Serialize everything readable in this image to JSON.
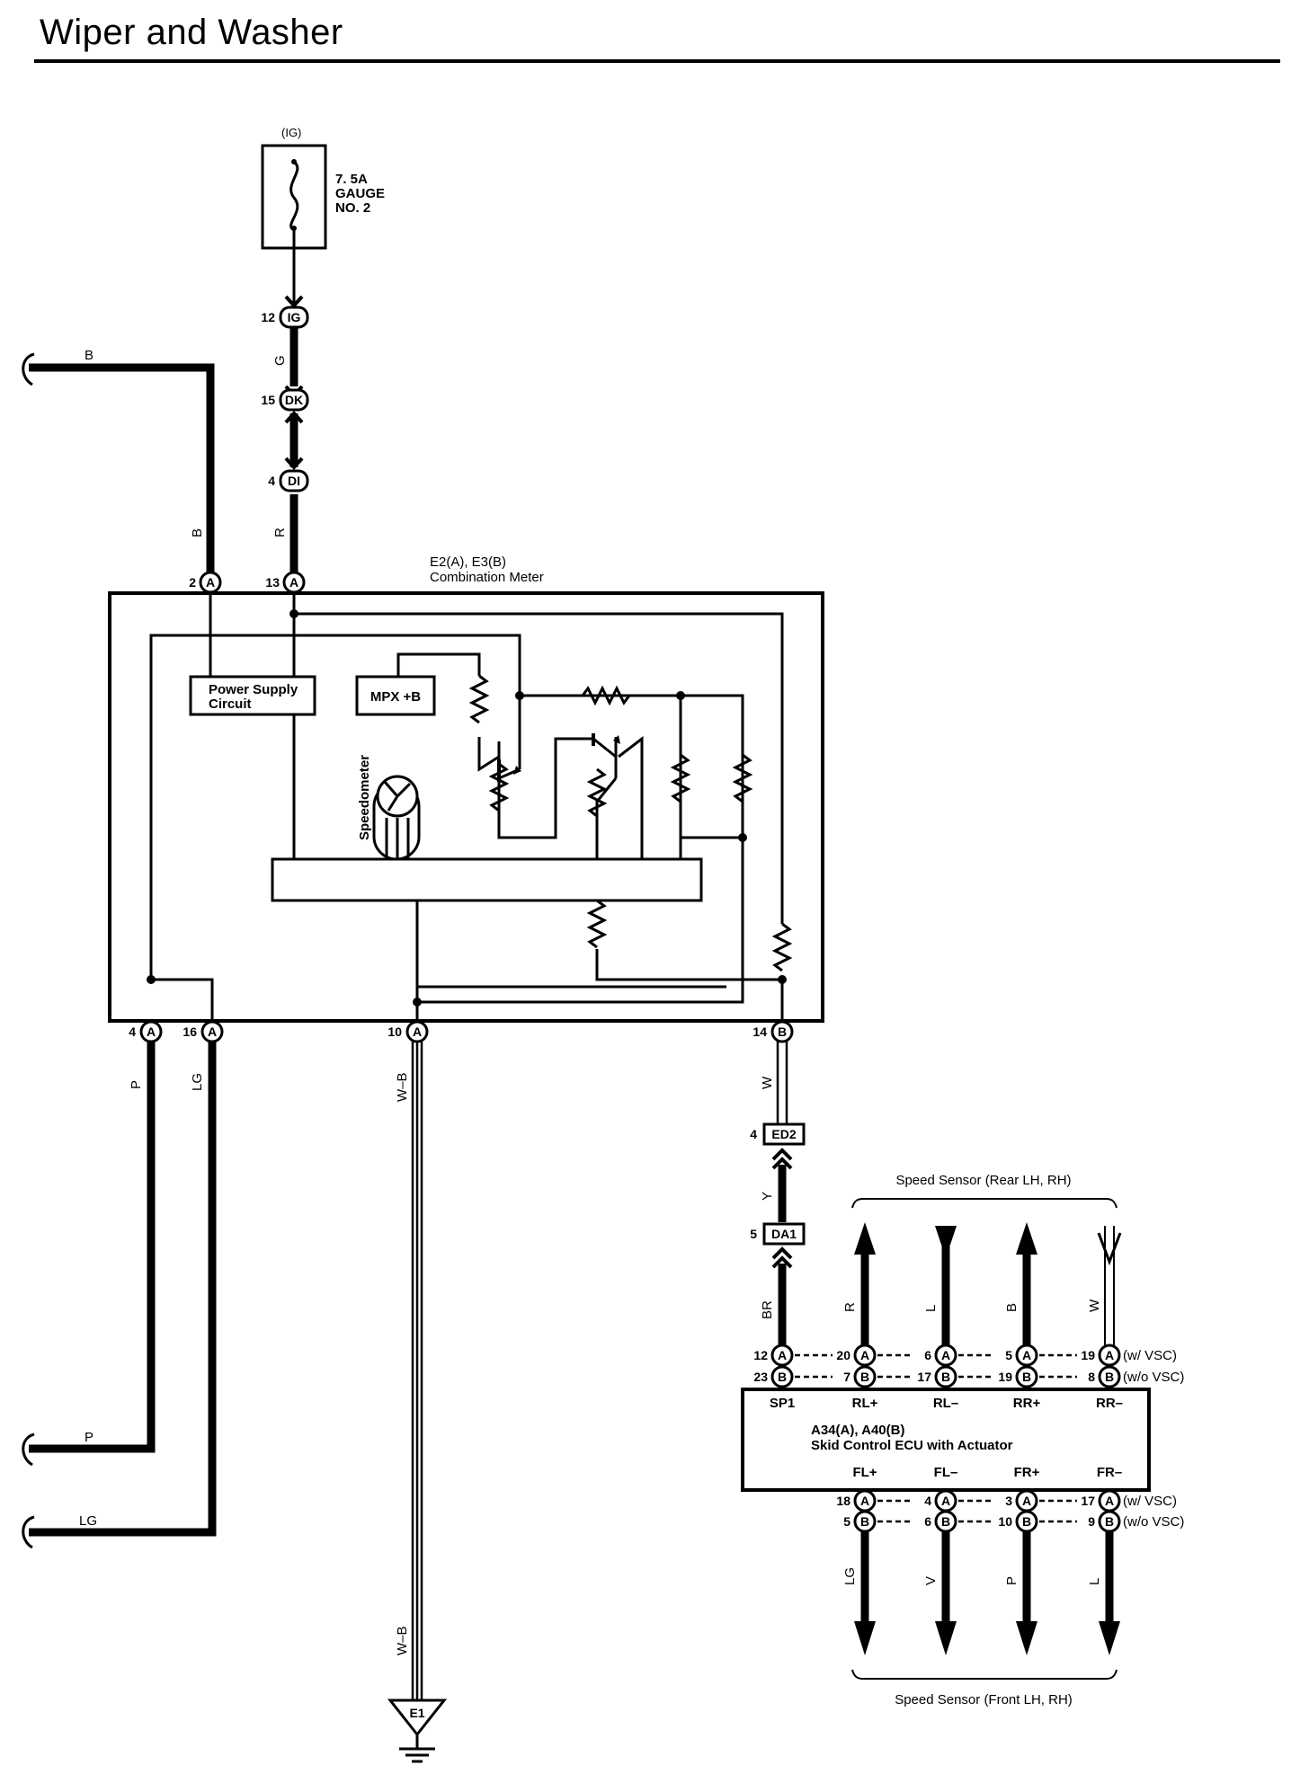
{
  "title": "Wiper and Washer",
  "power": {
    "source": "(IG)",
    "fuse_rating": "7. 5A",
    "fuse_name": "GAUGE",
    "fuse_no": "NO. 2"
  },
  "top_connectors": [
    {
      "pin": "12",
      "code": "IG"
    },
    {
      "pin": "15",
      "code": "DK"
    },
    {
      "pin": "4",
      "code": "DI"
    }
  ],
  "wire_colors": {
    "b": "B",
    "g": "G",
    "r": "R",
    "p": "P",
    "lg": "LG",
    "wb": "W–B",
    "w": "W",
    "y": "Y",
    "br": "BR"
  },
  "meter": {
    "refs": "E2(A), E3(B)",
    "name": "Combination Meter",
    "power_supply_1": "Power Supply",
    "power_supply_2": "Circuit",
    "mpx": "MPX +B",
    "speedometer": "Speedometer",
    "pins": {
      "p2": "2",
      "p2c": "A",
      "p13": "13",
      "p13c": "A",
      "p4": "4",
      "p4c": "A",
      "p16": "16",
      "p16c": "A",
      "p10": "10",
      "p10c": "A",
      "p14": "14",
      "p14c": "B"
    }
  },
  "junctions": {
    "ed2_pin": "4",
    "ed2": "ED2",
    "da1_pin": "5",
    "da1": "DA1"
  },
  "ground": "E1",
  "ecu": {
    "refs": "A34(A), A40(B)",
    "name": "Skid Control ECU with Actuator",
    "rear_label": "Speed Sensor (Rear LH,  RH)",
    "front_label": "Speed Sensor (Front LH,  RH)",
    "vsc": "(w/ VSC)",
    "novsc": "(w/o VSC)",
    "top_terminals": [
      {
        "name": "SP1",
        "wire": "BR",
        "pin_a": "12",
        "pin_b": "23"
      },
      {
        "name": "RL+",
        "wire": "R",
        "pin_a": "20",
        "pin_b": "7"
      },
      {
        "name": "RL–",
        "wire": "L",
        "pin_a": "6",
        "pin_b": "17"
      },
      {
        "name": "RR+",
        "wire": "B",
        "pin_a": "5",
        "pin_b": "19"
      },
      {
        "name": "RR–",
        "wire": "W",
        "pin_a": "19",
        "pin_b": "8"
      }
    ],
    "bottom_terminals": [
      {
        "name": "FL+",
        "wire": "LG",
        "pin_a": "18",
        "pin_b": "5"
      },
      {
        "name": "FL–",
        "wire": "V",
        "pin_a": "4",
        "pin_b": "6"
      },
      {
        "name": "FR+",
        "wire": "P",
        "pin_a": "3",
        "pin_b": "10"
      },
      {
        "name": "FR–",
        "wire": "L",
        "pin_a": "17",
        "pin_b": "9"
      }
    ],
    "code_a": "A",
    "code_b": "B"
  }
}
